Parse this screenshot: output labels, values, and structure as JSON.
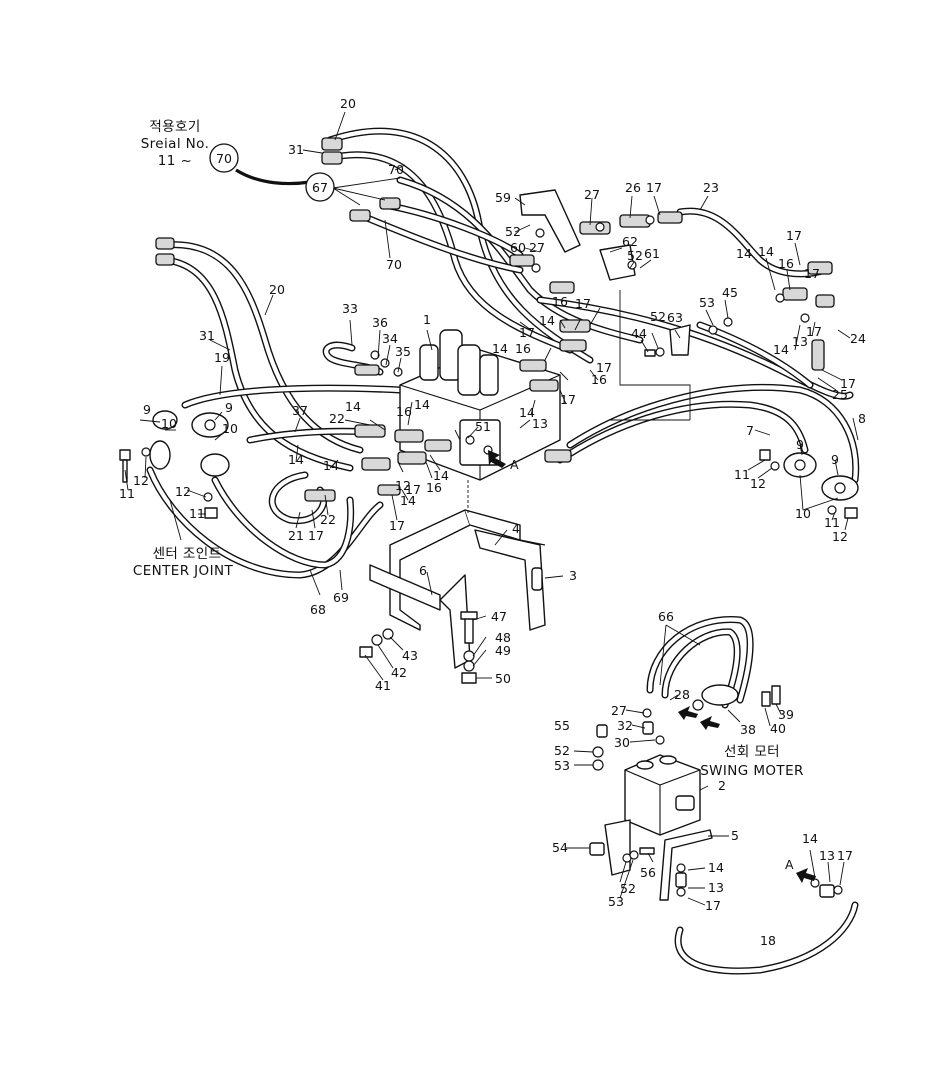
{
  "captions": {
    "applicable_ko": "적용호기",
    "serial_no": "Sreial No.",
    "serial_range": "11 ~",
    "center_joint_ko": "센터 조인트",
    "center_joint_en": "CENTER JOINT",
    "swing_motor_ko": "선회 모터",
    "swing_motor_en": "SWING MOTER",
    "view_a_main": "A",
    "view_a_detail": "A"
  },
  "circled_callouts": {
    "serial_callout": "70",
    "hose_set_callout": "67"
  },
  "part_numbers": {
    "p1": "1",
    "p2": "2",
    "p3": "3",
    "p4": "4",
    "p5": "5",
    "p6": "6",
    "p7": "7",
    "p8": "8",
    "p9a": "9",
    "p9b": "9",
    "p9c": "9",
    "p9d": "9",
    "p10a": "10",
    "p10b": "10",
    "p10c": "10",
    "p11a": "11",
    "p11b": "11",
    "p11c": "11",
    "p11d": "11",
    "p12a": "12",
    "p12b": "12",
    "p12c": "12",
    "p12d": "12",
    "p12e": "12",
    "p13a": "13",
    "p13b": "13",
    "p13c": "13",
    "p13d": "13",
    "p14a": "14",
    "p14b": "14",
    "p14c": "14",
    "p14d": "14",
    "p14e": "14",
    "p14f": "14",
    "p14g": "14",
    "p14h": "14",
    "p14i": "14",
    "p14j": "14",
    "p14k": "14",
    "p14l": "14",
    "p16a": "16",
    "p16b": "16",
    "p16c": "16",
    "p16d": "16",
    "p16e": "16",
    "p17a": "17",
    "p17b": "17",
    "p17c": "17",
    "p17d": "17",
    "p17e": "17",
    "p17f": "17",
    "p17g": "17",
    "p17h": "17",
    "p17i": "17",
    "p17j": "17",
    "p17k": "17",
    "p17l": "17",
    "p18": "18",
    "p19": "19",
    "p20a": "20",
    "p20b": "20",
    "p21": "21",
    "p22a": "22",
    "p22b": "22",
    "p23": "23",
    "p24": "24",
    "p25": "25",
    "p26": "26",
    "p27a": "27",
    "p27b": "27",
    "p27c": "27",
    "p28": "28",
    "p30": "30",
    "p31a": "31",
    "p31b": "31",
    "p32": "32",
    "p33": "33",
    "p34": "34",
    "p35": "35",
    "p36": "36",
    "p37": "37",
    "p38": "38",
    "p39": "39",
    "p40": "40",
    "p41": "41",
    "p42": "42",
    "p43": "43",
    "p44": "44",
    "p45": "45",
    "p47": "47",
    "p48": "48",
    "p49": "49",
    "p50": "50",
    "p51": "51",
    "p52a": "52",
    "p52b": "52",
    "p52c": "52",
    "p52d": "52",
    "p52e": "52",
    "p53a": "53",
    "p53b": "53",
    "p53c": "53",
    "p54": "54",
    "p55": "55",
    "p56": "56",
    "p59": "59",
    "p60": "60",
    "p61": "61",
    "p62": "62",
    "p63": "63",
    "p66": "66",
    "p68": "68",
    "p69": "69",
    "p70a": "70",
    "p70b": "70"
  }
}
